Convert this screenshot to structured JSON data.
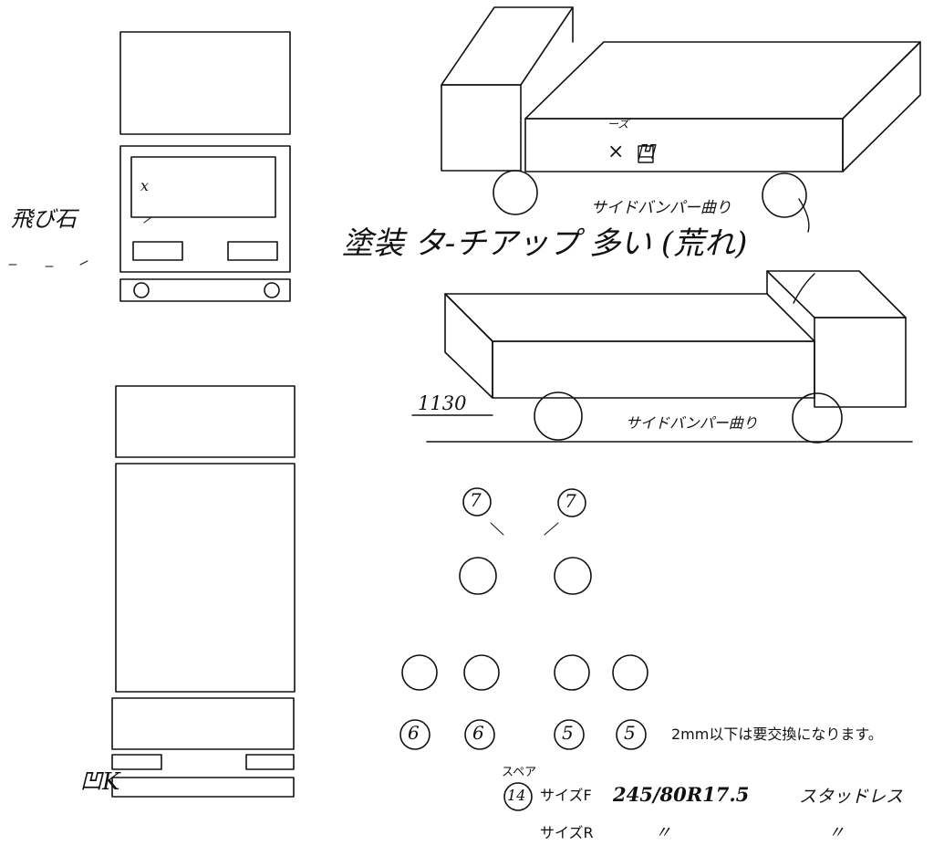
{
  "labels": {
    "left_note": "飛び石",
    "front_scratch_mark": "x",
    "rear_dent_mark": "凹",
    "rear_scratch_mark": "K",
    "side_dent_mark": "凹",
    "top_truck_note": "サイドバンパー曲り",
    "top_truck_note_small": "ーズ",
    "top_truck_x": "×",
    "paint_note": "塗装 タ-チアップ 多い (荒れ)",
    "gauge_value": "1130",
    "bottom_truck_note": "サイドバンパー曲り",
    "tire_depths": [
      "7",
      "7",
      "6",
      "6",
      "5",
      "5"
    ],
    "spare_label": "スペア",
    "spare_depth": "14",
    "replace_note": "2mm以下は要交換になります。",
    "size_f_label": "サイズF",
    "size_f_value": "245/80R17.5",
    "tire_type": "スタッドレス",
    "size_r_label": "サイズR",
    "ditto_1": "〃",
    "ditto_2": "〃"
  },
  "colors": {
    "ink": "#111111",
    "paper": "#ffffff"
  }
}
